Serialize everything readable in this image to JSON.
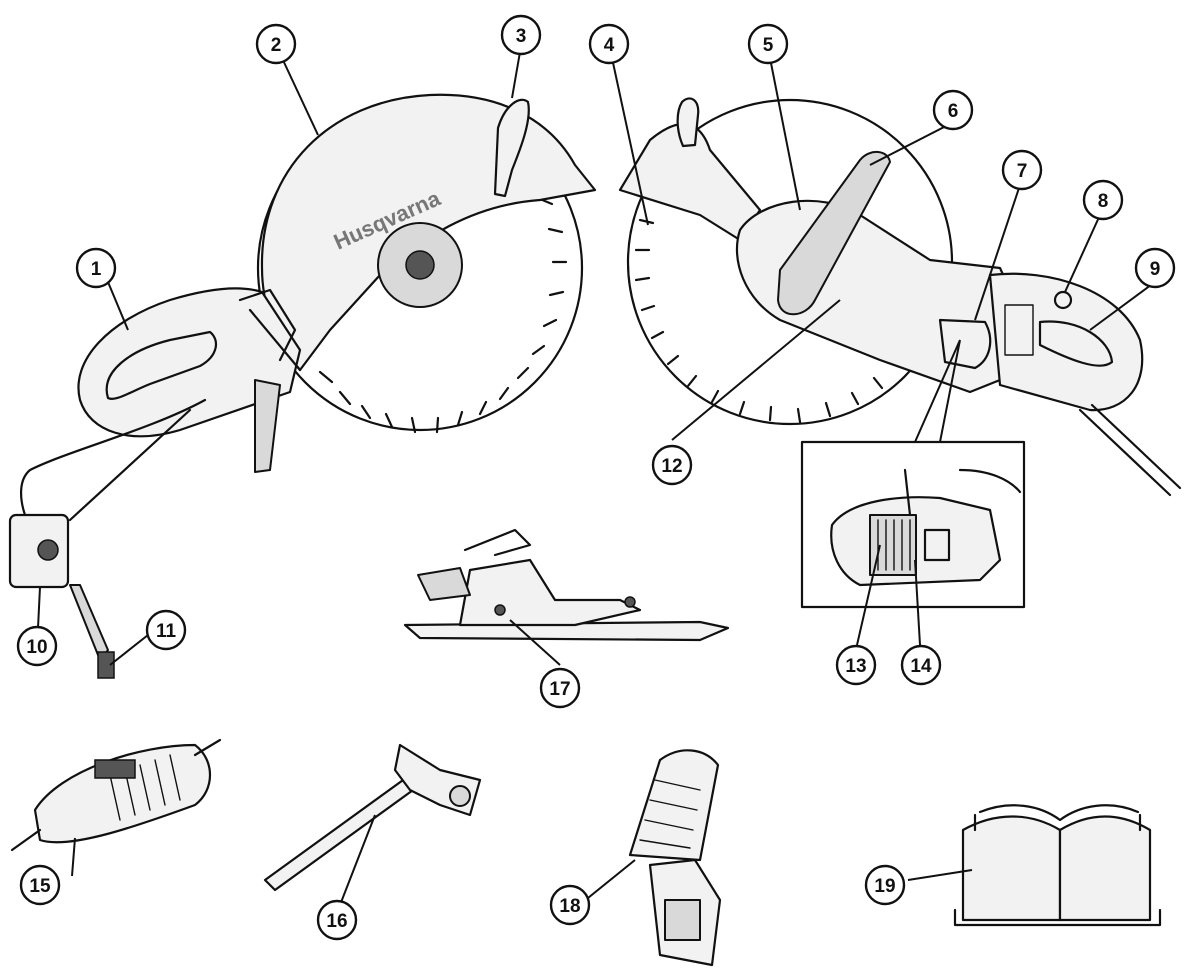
{
  "brand": {
    "logo_text": "Husqvarna"
  },
  "callouts": [
    {
      "id": "1"
    },
    {
      "id": "2"
    },
    {
      "id": "3"
    },
    {
      "id": "4"
    },
    {
      "id": "5"
    },
    {
      "id": "6"
    },
    {
      "id": "7"
    },
    {
      "id": "8"
    },
    {
      "id": "9"
    },
    {
      "id": "10"
    },
    {
      "id": "11"
    },
    {
      "id": "12"
    },
    {
      "id": "13"
    },
    {
      "id": "14"
    },
    {
      "id": "15"
    },
    {
      "id": "16"
    },
    {
      "id": "17"
    },
    {
      "id": "18"
    },
    {
      "id": "19"
    }
  ],
  "colors": {
    "ink": "#111111",
    "background": "#ffffff"
  }
}
